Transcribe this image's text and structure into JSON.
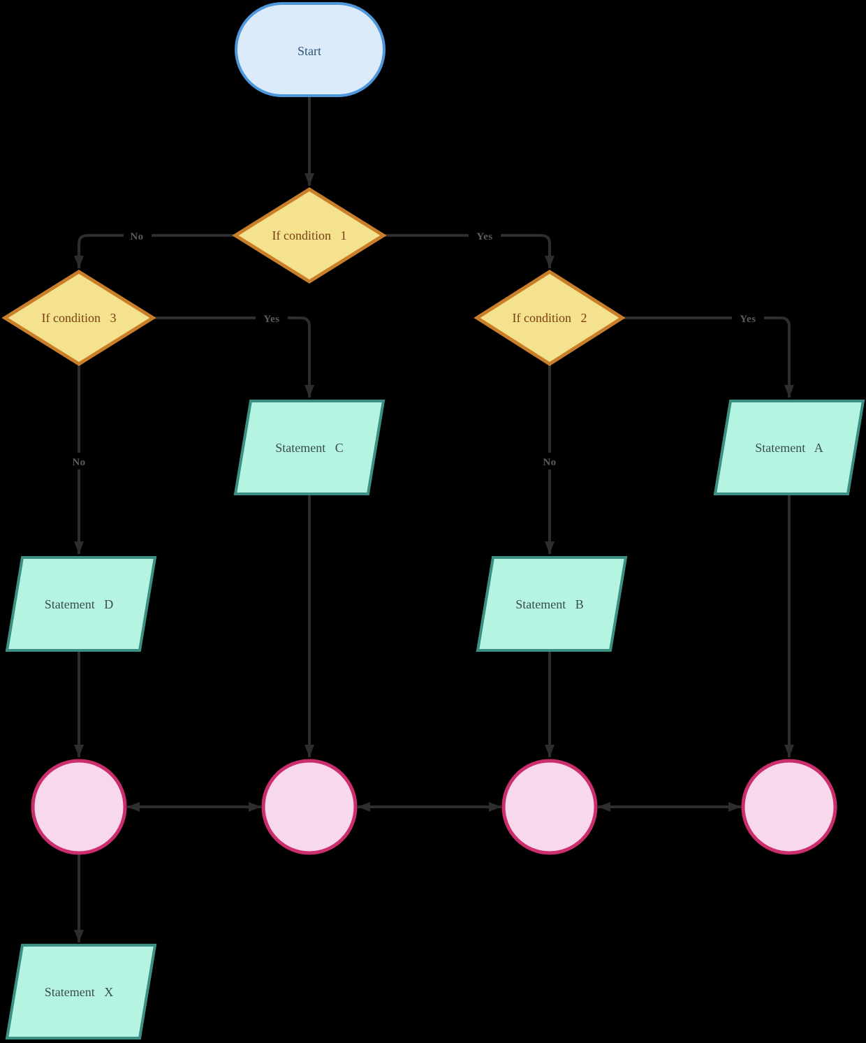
{
  "background": "#000000",
  "colors": {
    "terminal_fill": "#dcebfa",
    "terminal_stroke": "#4e97da",
    "terminal_text": "#2d5378",
    "decision_fill": "#f5e28e",
    "decision_stroke": "#c97f2a",
    "decision_text": "#7a3d10",
    "io_fill": "#b5f4e2",
    "io_stroke": "#3c8f83",
    "io_text": "#3c4c4e",
    "connector_fill": "#f8d9ec",
    "connector_stroke": "#ca2e6c",
    "edge": "#2d2d2d",
    "edge_label": "#5c5c5c"
  },
  "nodes": {
    "start": {
      "label": "Start",
      "shape": "stadium"
    },
    "if_condition_1": {
      "label": "If condition   1",
      "shape": "diamond"
    },
    "if_condition_3": {
      "label": "If condition   3",
      "shape": "diamond"
    },
    "if_condition_2": {
      "label": "If condition   2",
      "shape": "diamond"
    },
    "statement_c": {
      "label": "Statement   C",
      "shape": "parallelogram"
    },
    "statement_a": {
      "label": "Statement   A",
      "shape": "parallelogram"
    },
    "statement_d": {
      "label": "Statement   D",
      "shape": "parallelogram"
    },
    "statement_b": {
      "label": "Statement   B",
      "shape": "parallelogram"
    },
    "statement_x": {
      "label": "Statement   X",
      "shape": "parallelogram"
    },
    "circle_1": {
      "label": "",
      "shape": "circle"
    },
    "circle_2": {
      "label": "",
      "shape": "circle"
    },
    "circle_3": {
      "label": "",
      "shape": "circle"
    },
    "circle_4": {
      "label": "",
      "shape": "circle"
    }
  },
  "edges": [
    {
      "from": "start",
      "to": "if_condition_1",
      "label": ""
    },
    {
      "from": "if_condition_1",
      "to": "if_condition_3",
      "label": "No"
    },
    {
      "from": "if_condition_1",
      "to": "if_condition_2",
      "label": "Yes"
    },
    {
      "from": "if_condition_3",
      "to": "statement_c",
      "label": "Yes"
    },
    {
      "from": "if_condition_2",
      "to": "statement_a",
      "label": "Yes"
    },
    {
      "from": "if_condition_3",
      "to": "statement_d",
      "label": "No"
    },
    {
      "from": "if_condition_2",
      "to": "statement_b",
      "label": "No"
    },
    {
      "from": "statement_c",
      "to": "circle_2",
      "label": ""
    },
    {
      "from": "statement_a",
      "to": "circle_4",
      "label": ""
    },
    {
      "from": "statement_d",
      "to": "circle_1",
      "label": ""
    },
    {
      "from": "statement_b",
      "to": "circle_3",
      "label": ""
    },
    {
      "from": "circle_2",
      "to": "circle_1",
      "label": "",
      "bidirectional": true
    },
    {
      "from": "circle_3",
      "to": "circle_2",
      "label": "",
      "bidirectional": true
    },
    {
      "from": "circle_4",
      "to": "circle_3",
      "label": "",
      "bidirectional": true
    },
    {
      "from": "circle_1",
      "to": "statement_x",
      "label": ""
    }
  ]
}
